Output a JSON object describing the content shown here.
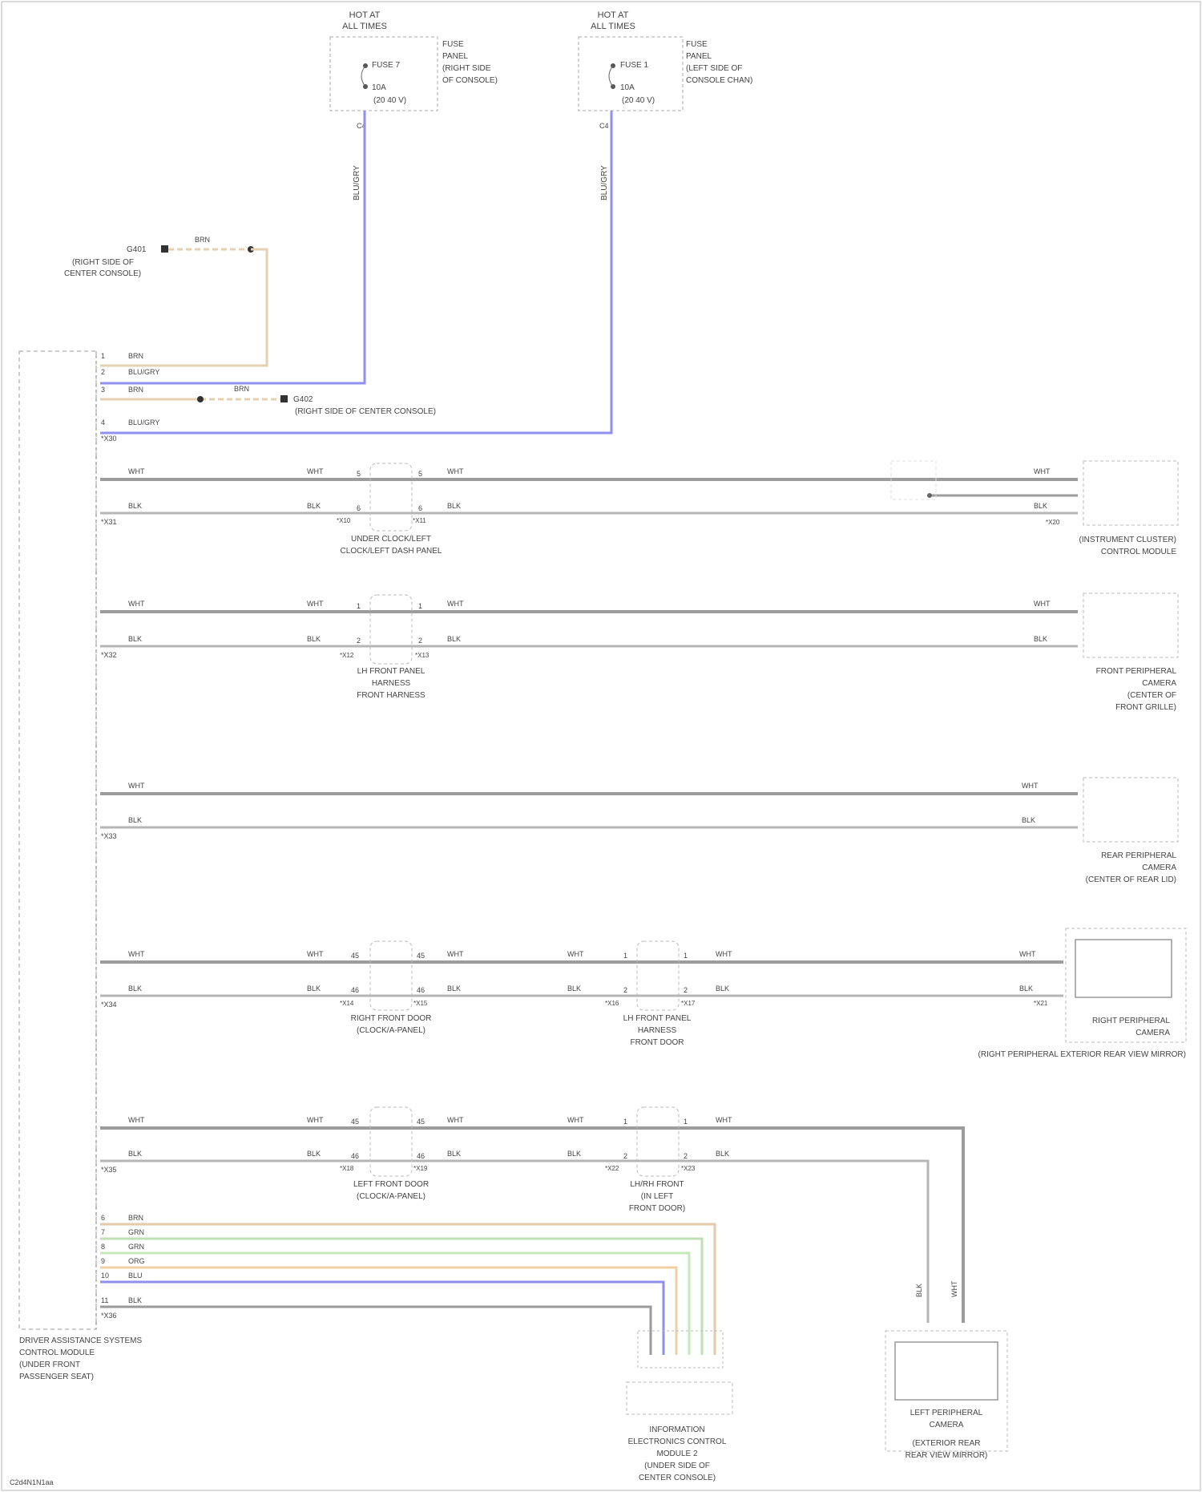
{
  "fuses": [
    {
      "header_line1": "HOT AT",
      "header_line2": "ALL TIMES",
      "fuse_label": "FUSE 7",
      "amp_label": "10A",
      "location_label": "(20 40 V)",
      "desc_lines": [
        "FUSE",
        "PANEL",
        "(RIGHT SIDE",
        "OF CONSOLE)"
      ],
      "pin_label": "C4",
      "wire_color": "BLU/GRY"
    },
    {
      "header_line1": "HOT AT",
      "header_line2": "ALL TIMES",
      "fuse_label": "FUSE 1",
      "amp_label": "10A",
      "location_label": "(20 40 V)",
      "desc_lines": [
        "FUSE",
        "PANEL",
        "(LEFT SIDE OF",
        "CONSOLE CHAN)"
      ],
      "pin_label": "C4",
      "wire_color": "BLU/GRY"
    }
  ],
  "grounds": {
    "g1_id": "G401",
    "g1_desc_lines": [
      "(RIGHT SIDE OF",
      "CENTER CONSOLE)"
    ],
    "g1_wire": "BRN",
    "g2_id": "G402",
    "g2_desc": "(RIGHT SIDE OF CENTER CONSOLE)",
    "g2_wire": "BRN"
  },
  "module_inputs": [
    {
      "pin": "1",
      "color": "BRN"
    },
    {
      "pin": "2",
      "color": "BLU/GRY"
    },
    {
      "pin": "3",
      "color": "BRN"
    },
    {
      "pin": "4",
      "color": "BLU/GRY"
    }
  ],
  "connector_module": "*X30",
  "module_label_lines": [
    "DRIVER ASSISTANCE SYSTEMS",
    "CONTROL MODULE",
    "(UNDER FRONT",
    "PASSENGER SEAT)"
  ],
  "circuits": [
    {
      "label_a": "WHT",
      "label_b": "BLK",
      "conn_mod": "*X31",
      "inline_connectors": [
        {
          "label_lines": [
            "UNDER CLOCK/LEFT",
            "CLOCK/LEFT DASH PANEL"
          ],
          "pins_left": [
            "5",
            "6"
          ],
          "pins_right": [
            "5",
            "6"
          ],
          "tag_left": "*X10",
          "tag_right": "*X11"
        }
      ],
      "component_lines": [
        "(INSTRUMENT CLUSTER)",
        "CONTROL MODULE"
      ],
      "conn_comp": "*X20"
    },
    {
      "label_a": "WHT",
      "label_b": "BLK",
      "conn_mod": "*X32",
      "inline_connectors": [
        {
          "label_lines": [
            "LH FRONT PANEL",
            "HARNESS",
            "FRONT HARNESS"
          ],
          "pins_left": [
            "1",
            "2"
          ],
          "pins_right": [
            "1",
            "2"
          ],
          "tag_left": "*X12",
          "tag_right": "*X13"
        }
      ],
      "component_lines": [
        "FRONT PERIPHERAL",
        "CAMERA",
        "(CENTER OF",
        "FRONT GRILLE)"
      ],
      "conn_comp": ""
    },
    {
      "label_a": "WHT",
      "label_b": "BLK",
      "conn_mod": "*X33",
      "inline_connectors": [],
      "component_lines": [
        "REAR PERIPHERAL",
        "CAMERA",
        "(CENTER OF REAR LID)"
      ],
      "conn_comp": ""
    },
    {
      "label_a": "WHT",
      "label_b": "BLK",
      "conn_mod": "*X34",
      "inline_connectors": [
        {
          "label_lines": [
            "RIGHT FRONT DOOR",
            "(CLOCK/A-PANEL)"
          ],
          "pins_left": [
            "45",
            "46"
          ],
          "pins_right": [
            "45",
            "46"
          ],
          "tag_left": "*X14",
          "tag_right": "*X15"
        },
        {
          "label_lines": [
            "LH FRONT PANEL",
            "HARNESS",
            "FRONT DOOR"
          ],
          "pins_left": [
            "1",
            "2"
          ],
          "pins_right": [
            "1",
            "2"
          ],
          "tag_left": "*X16",
          "tag_right": "*X17"
        }
      ],
      "component_lines": [
        "RIGHT PERIPHERAL",
        "CAMERA"
      ],
      "component_sub": "(RIGHT PERIPHERAL EXTERIOR REAR VIEW MIRROR)",
      "conn_comp": "*X21"
    },
    {
      "label_a": "WHT",
      "label_b": "BLK",
      "conn_mod": "*X35",
      "inline_connectors": [
        {
          "label_lines": [
            "LEFT FRONT DOOR",
            "(CLOCK/A-PANEL)"
          ],
          "pins_left": [
            "45",
            "46"
          ],
          "pins_right": [
            "45",
            "46"
          ],
          "tag_left": "*X18",
          "tag_right": "*X19"
        },
        {
          "label_lines": [
            "LH/RH FRONT",
            "(IN LEFT",
            "FRONT DOOR)"
          ],
          "pins_left": [
            "1",
            "2"
          ],
          "pins_right": [
            "1",
            "2"
          ],
          "tag_left": "*X22",
          "tag_right": "*X23"
        }
      ],
      "conn_comp": ""
    }
  ],
  "left_camera": {
    "label_lines": [
      "LEFT PERIPHERAL",
      "CAMERA"
    ],
    "sub_lines": [
      "(EXTERIOR REAR",
      "REAR VIEW MIRROR)"
    ],
    "wire_a": "BLK",
    "wire_b": "WHT"
  },
  "bottom_group": {
    "wires": [
      {
        "pin": "6",
        "label": "BRN",
        "color": "#e8c9a4"
      },
      {
        "pin": "7",
        "label": "GRN",
        "color": "#bfe0b4"
      },
      {
        "pin": "8",
        "label": "GRN",
        "color": "#c4e9b9"
      },
      {
        "pin": "9",
        "label": "ORG",
        "color": "#f2cfa2"
      },
      {
        "pin": "10",
        "label": "BLU",
        "color": "#8f8ff0"
      },
      {
        "pin": "11",
        "label": "BLK",
        "color": "#9a9a9a"
      }
    ],
    "conn_tag": "*X36",
    "module_lines": [
      "INFORMATION",
      "ELECTRONICS CONTROL",
      "MODULE 2",
      "(UNDER SIDE OF",
      "CENTER CONSOLE)"
    ]
  },
  "footer_tag": "C2d4N1N1aa"
}
